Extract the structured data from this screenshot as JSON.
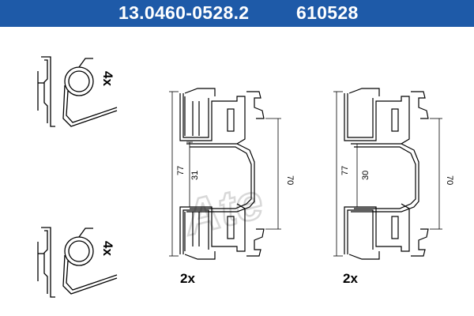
{
  "header": {
    "part_number": "13.0460-0528.2",
    "reference": "610528"
  },
  "colors": {
    "header_bg": "#1e5aa8",
    "header_text": "#ffffff",
    "line": "#000000",
    "watermark": "#d9d9d9"
  },
  "springs": {
    "top_quantity": "4x",
    "bottom_quantity": "4x"
  },
  "clip_left": {
    "quantity": "2x",
    "dim_overall": "77",
    "dim_inner": "31",
    "dim_width": "70"
  },
  "clip_right": {
    "quantity": "2x",
    "dim_overall": "77",
    "dim_inner": "30",
    "dim_width": "70"
  },
  "watermark": {
    "logo_text": "Ate"
  }
}
